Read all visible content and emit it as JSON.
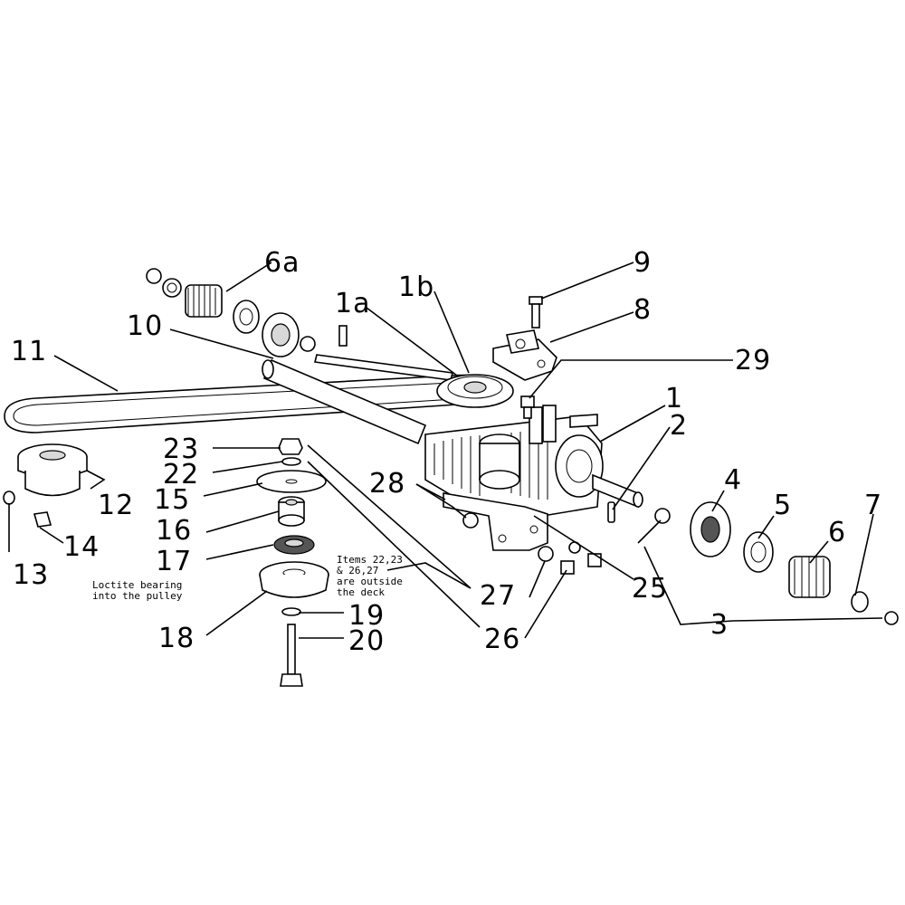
{
  "labels": {
    "l1": "1",
    "l1a": "1a",
    "l1b": "1b",
    "l2": "2",
    "l3": "3",
    "l4": "4",
    "l5": "5",
    "l6": "6",
    "l6a": "6a",
    "l7": "7",
    "l8": "8",
    "l9": "9",
    "l10": "10",
    "l11": "11",
    "l12": "12",
    "l13": "13",
    "l14": "14",
    "l15": "15",
    "l16": "16",
    "l17": "17",
    "l18": "18",
    "l19": "19",
    "l20": "20",
    "l22": "22",
    "l23": "23",
    "l25": "25",
    "l26": "26",
    "l27": "27",
    "l28": "28",
    "l29": "29"
  },
  "notes": {
    "loctite_line1": "Loctite bearing",
    "loctite_line2": "into the pulley",
    "items_line1": "Items 22,23",
    "items_line2": "& 26,27",
    "items_line3": "are outside",
    "items_line4": "the deck"
  }
}
